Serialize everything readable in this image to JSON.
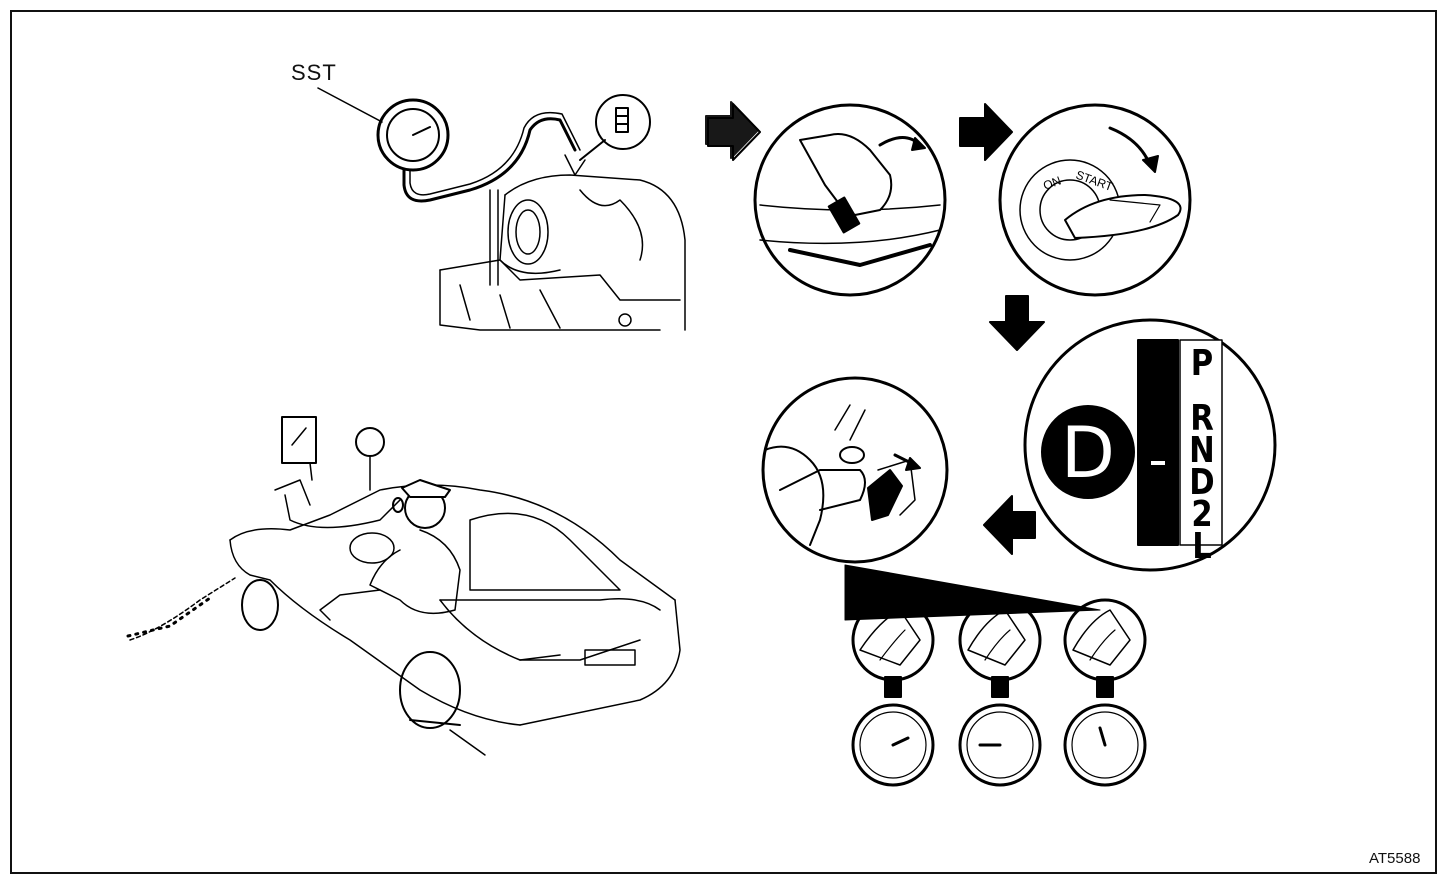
{
  "labels": {
    "sst": "SST",
    "figure_id": "AT5588"
  },
  "selector": {
    "selected": "D",
    "positions": [
      "P",
      "R",
      "N",
      "D",
      "2",
      "L"
    ]
  },
  "gauges": {
    "count": 3
  },
  "colors": {
    "ink": "#000000",
    "paper": "#ffffff"
  }
}
